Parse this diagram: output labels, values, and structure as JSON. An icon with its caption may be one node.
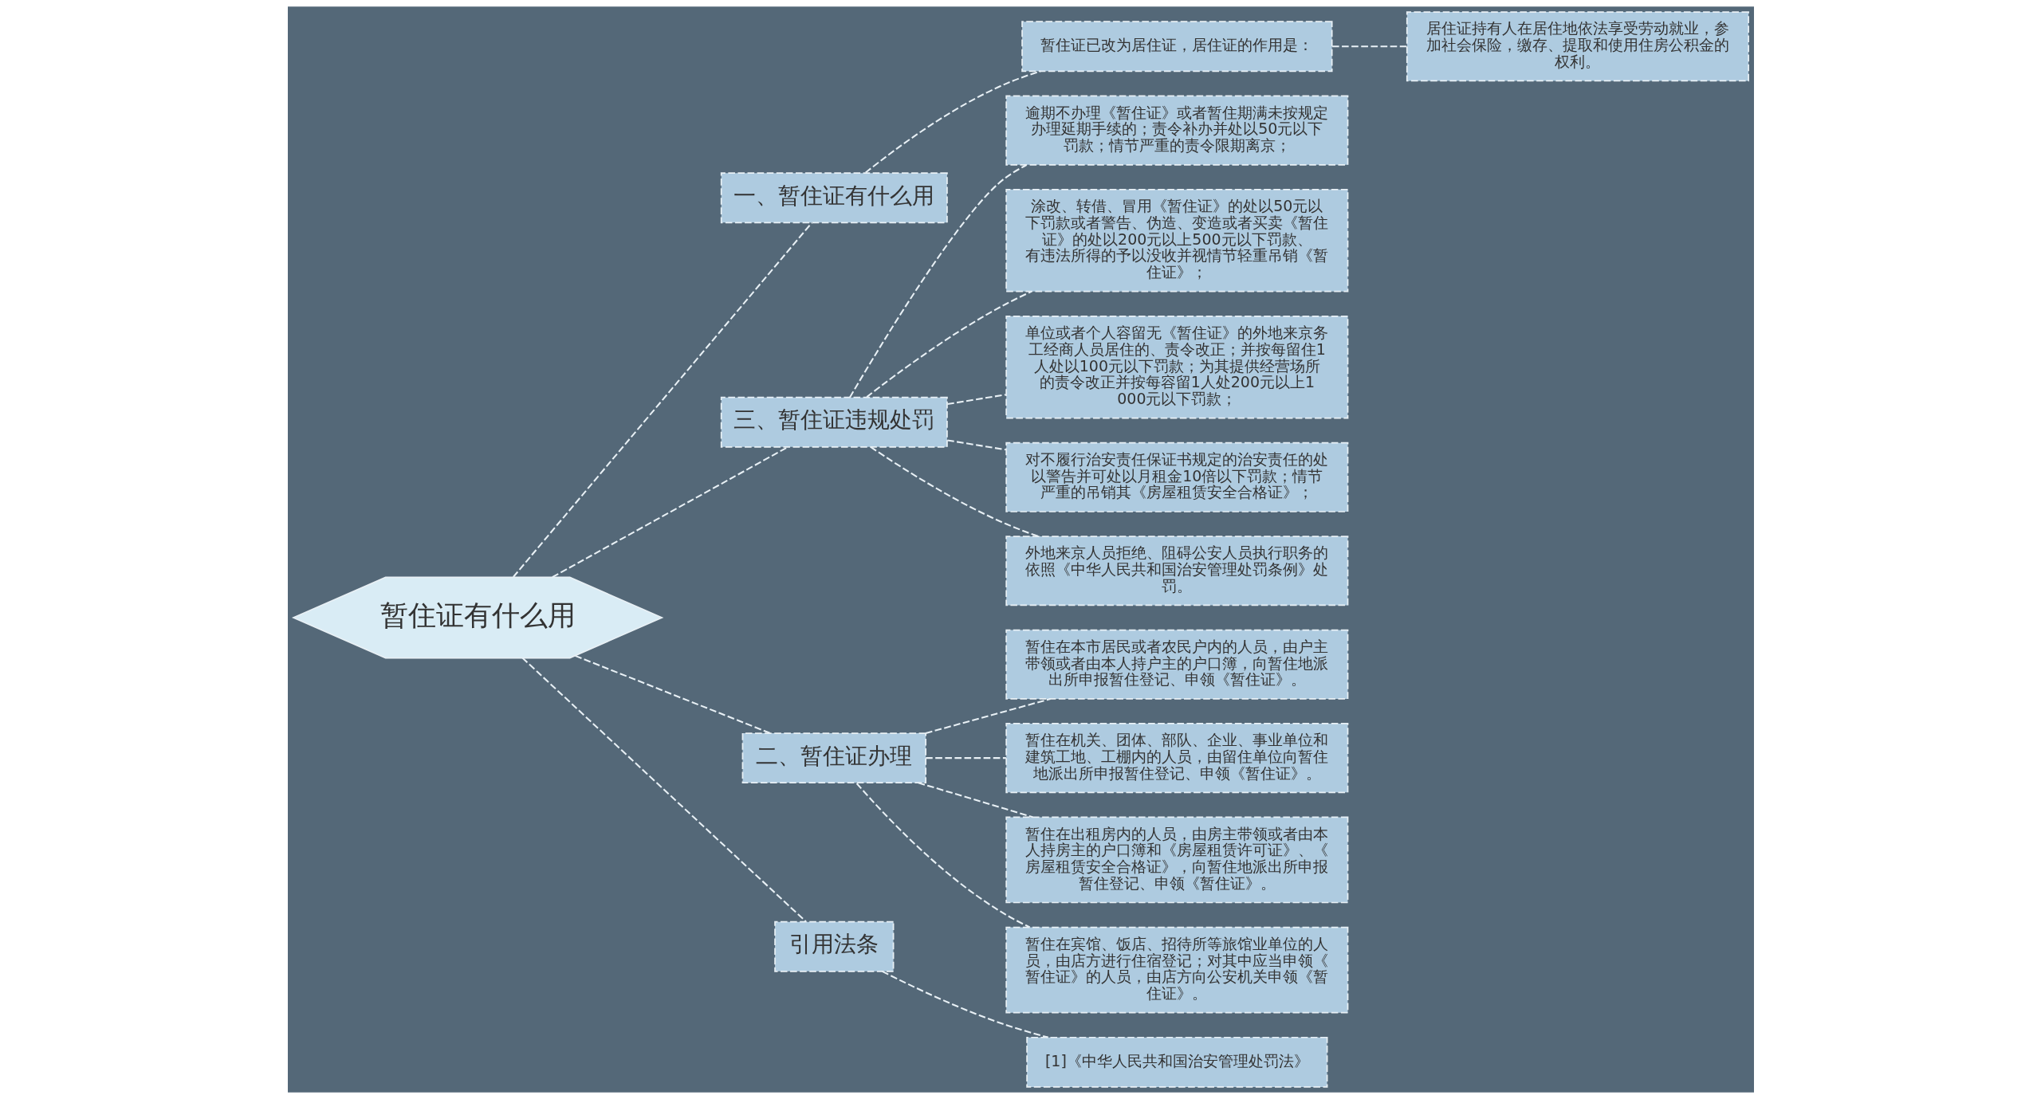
{
  "diagram": {
    "nodes": [
      {
        "text": [
          "暂住证有什么用"
        ]
      },
      {
        "text": [
          "一、暂住证有什么用"
        ]
      },
      {
        "text": [
          "暂住证已改为居住证，居住证的作用是："
        ]
      },
      {
        "text": [
          "居住证持有人在居住地依法享受劳动就业，参加社会保险，缴存、提取和使用住房公积金的权利。"
        ]
      },
      {
        "text": [
          "三、暂住证违规处罚"
        ]
      },
      {
        "text": [
          "逾期不办理《暂住证》或者暂住期满未按规定办理延期手续的；责令补办并处以50元以下罚款；情节严重的责令限期离京；"
        ]
      },
      {
        "text": [
          "涂改、转借、冒用《暂住证》的处以50元以下罚款或者警告、伪造、变造或者买卖《暂住证》的处以200元以上500元以下罚款、有违法所得的予以没收并视情节轻重吊销《暂住证》；"
        ]
      },
      {
        "text": [
          "单位或者个人容留无《暂住证》的外地来京务工经商人员居住的、责令改正；并按每留住1人处以100元以下罚款；为其提供经营场所的责令改正并按每容留1人处200元以上1000元以下罚款；"
        ]
      },
      {
        "text": [
          "对不履行治安责任保证书规定的治安责任的处以警告并可处以月租金10倍以下罚款；情节严重的吊销其《房屋租赁安全合格证》；"
        ]
      },
      {
        "text": [
          "外地来京人员拒绝、阻碍公安人员执行职务的依照《中华人民共和国治安管理处罚条例》处罚。"
        ]
      },
      {
        "text": [
          "二、暂住证办理"
        ]
      },
      {
        "text": [
          "暂住在本市居民或者农民户内的人员，由户主带领或者由本人持户主的户口簿，向暂住地派出所申报暂住登记、申领《暂住证》。"
        ]
      },
      {
        "text": [
          "暂住在机关、团体、部队、企业、事业单位和建筑工地、工棚内的人员，由留住单位向暂住地派出所申报暂住登记、申领《暂住证》。"
        ]
      },
      {
        "text": [
          "暂住在出租房内的人员，由房主带领或者由本人持房主的户口簿和《房屋租赁许可证》、《房屋租赁安全合格证》，向暂住地派出所申报暂住登记、申领《暂住证》。"
        ]
      },
      {
        "text": [
          "暂住在宾馆、饭店、招待所等旅馆业单位的人员，由店方进行住宿登记；对其中应当申领《暂住证》的人员，由店方向公安机关申领《暂住证》。"
        ]
      },
      {
        "text": [
          "引用法条"
        ]
      },
      {
        "text": [
          "[1]《中华人民共和国治安管理处罚法》"
        ]
      }
    ],
    "edges": [
      {
        "from": 0,
        "to": 1,
        "arrow": "none",
        "style": "dashed"
      },
      {
        "from": 1,
        "to": 2,
        "arrow": "none",
        "style": "dashed"
      },
      {
        "from": 2,
        "to": 3,
        "arrow": "none",
        "style": "dashed"
      },
      {
        "from": 0,
        "to": 4,
        "arrow": "none",
        "style": "dashed"
      },
      {
        "from": 4,
        "to": 5,
        "arrow": "none",
        "style": "dashed"
      },
      {
        "from": 4,
        "to": 6,
        "arrow": "none",
        "style": "dashed"
      },
      {
        "from": 4,
        "to": 7,
        "arrow": "none",
        "style": "dashed"
      },
      {
        "from": 4,
        "to": 8,
        "arrow": "none",
        "style": "dashed"
      },
      {
        "from": 4,
        "to": 9,
        "arrow": "none",
        "style": "dashed"
      },
      {
        "from": 0,
        "to": 10,
        "arrow": "none",
        "style": "dashed"
      },
      {
        "from": 10,
        "to": 11,
        "arrow": "none",
        "style": "dashed"
      },
      {
        "from": 10,
        "to": 12,
        "arrow": "none",
        "style": "dashed"
      },
      {
        "from": 10,
        "to": 13,
        "arrow": "none",
        "style": "dashed"
      },
      {
        "from": 10,
        "to": 14,
        "arrow": "none",
        "style": "dashed"
      },
      {
        "from": 0,
        "to": 15,
        "arrow": "none",
        "style": "dashed"
      },
      {
        "from": 15,
        "to": 16,
        "arrow": "none",
        "style": "dashed"
      }
    ]
  }
}
